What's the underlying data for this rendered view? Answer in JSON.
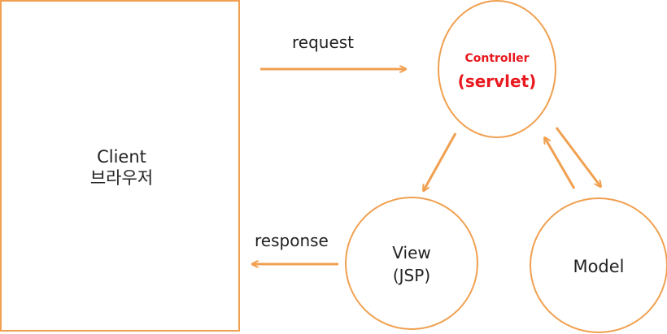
{
  "client": {
    "line1": "Client",
    "line2": "브라우저"
  },
  "controller": {
    "line1": "Controller",
    "line2": "(servlet)"
  },
  "view": {
    "line1": "View",
    "line2": "(JSP)"
  },
  "model": {
    "label": "Model"
  },
  "edges": {
    "request": "request",
    "response": "response"
  },
  "colors": {
    "shape_stroke": "#f0a050",
    "arrow": "#f0a050",
    "controller_text": "#e8191f"
  }
}
